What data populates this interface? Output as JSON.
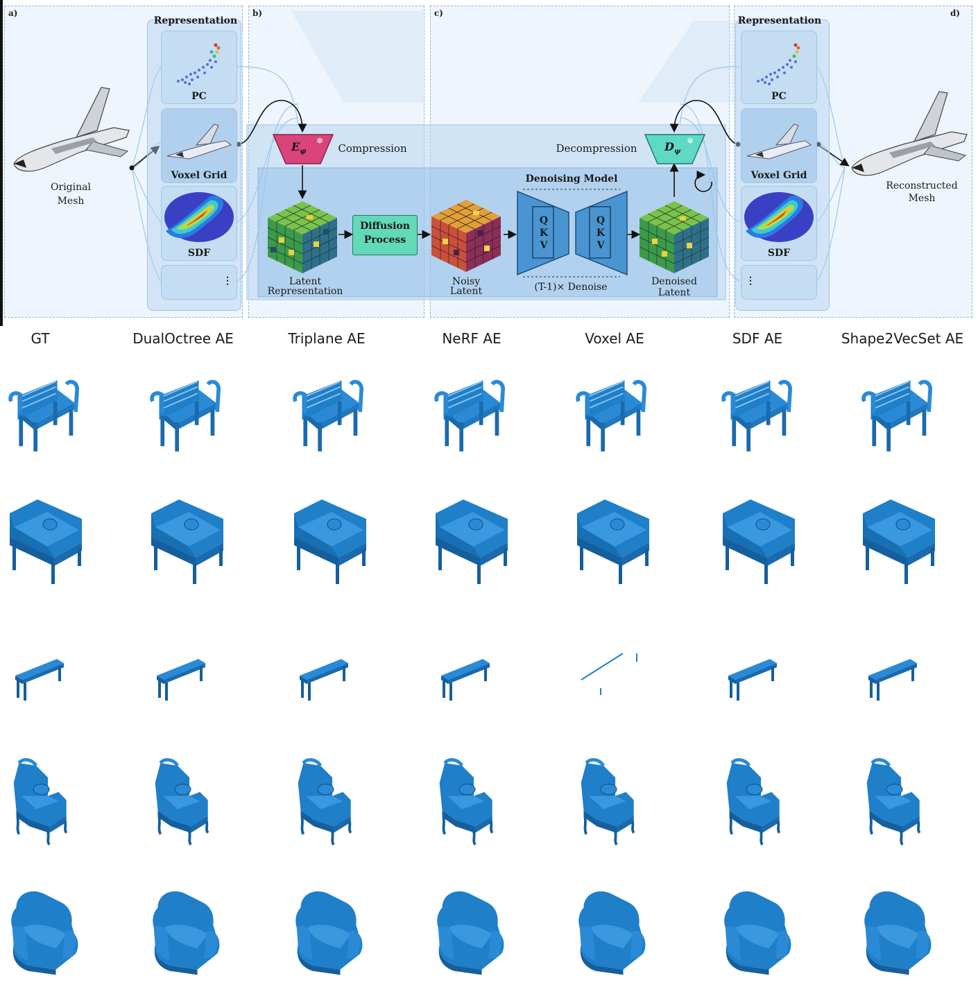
{
  "diagram": {
    "panels": {
      "a": "a)",
      "b": "b)",
      "c": "c)",
      "d": "d)"
    },
    "left": {
      "representation_title": "Representation",
      "items": [
        "PC",
        "Voxel Grid",
        "SDF",
        "⋮"
      ],
      "input_label_l1": "Original",
      "input_label_l2": "Mesh"
    },
    "right": {
      "representation_title": "Representation",
      "items": [
        "PC",
        "Voxel Grid",
        "SDF",
        "⋮"
      ],
      "output_label_l1": "Reconstructed",
      "output_label_l2": "Mesh"
    },
    "encoder": {
      "symbol": "E",
      "sub": "φ",
      "label": "Compression"
    },
    "decoder": {
      "symbol": "D",
      "sub": "ψ",
      "label": "Decompression"
    },
    "latent_label_l1": "Latent",
    "latent_label_l2": "Representation",
    "diffusion_l1": "Diffusion",
    "diffusion_l2": "Process",
    "noisy_l1": "Noisy",
    "noisy_l2": "Latent",
    "denoising_model": "Denoising Model",
    "qkv": [
      "Q",
      "K",
      "V"
    ],
    "denoise_steps": "(T-1)× Denoise",
    "denoised_l1": "Denoised",
    "denoised_l2": "Latent"
  },
  "grid": {
    "columns": [
      "GT",
      "DualOctree AE",
      "Triplane AE",
      "NeRF AE",
      "Voxel AE",
      "SDF AE",
      "Shape2VecSet AE"
    ]
  },
  "colors": {
    "mesh_blue": "#1f7fc9",
    "encoder_pink": "#d9457a",
    "decoder_teal": "#5ed9c6",
    "diffusion_green": "#62d9b7",
    "unet_blue": "#4a95d1"
  }
}
